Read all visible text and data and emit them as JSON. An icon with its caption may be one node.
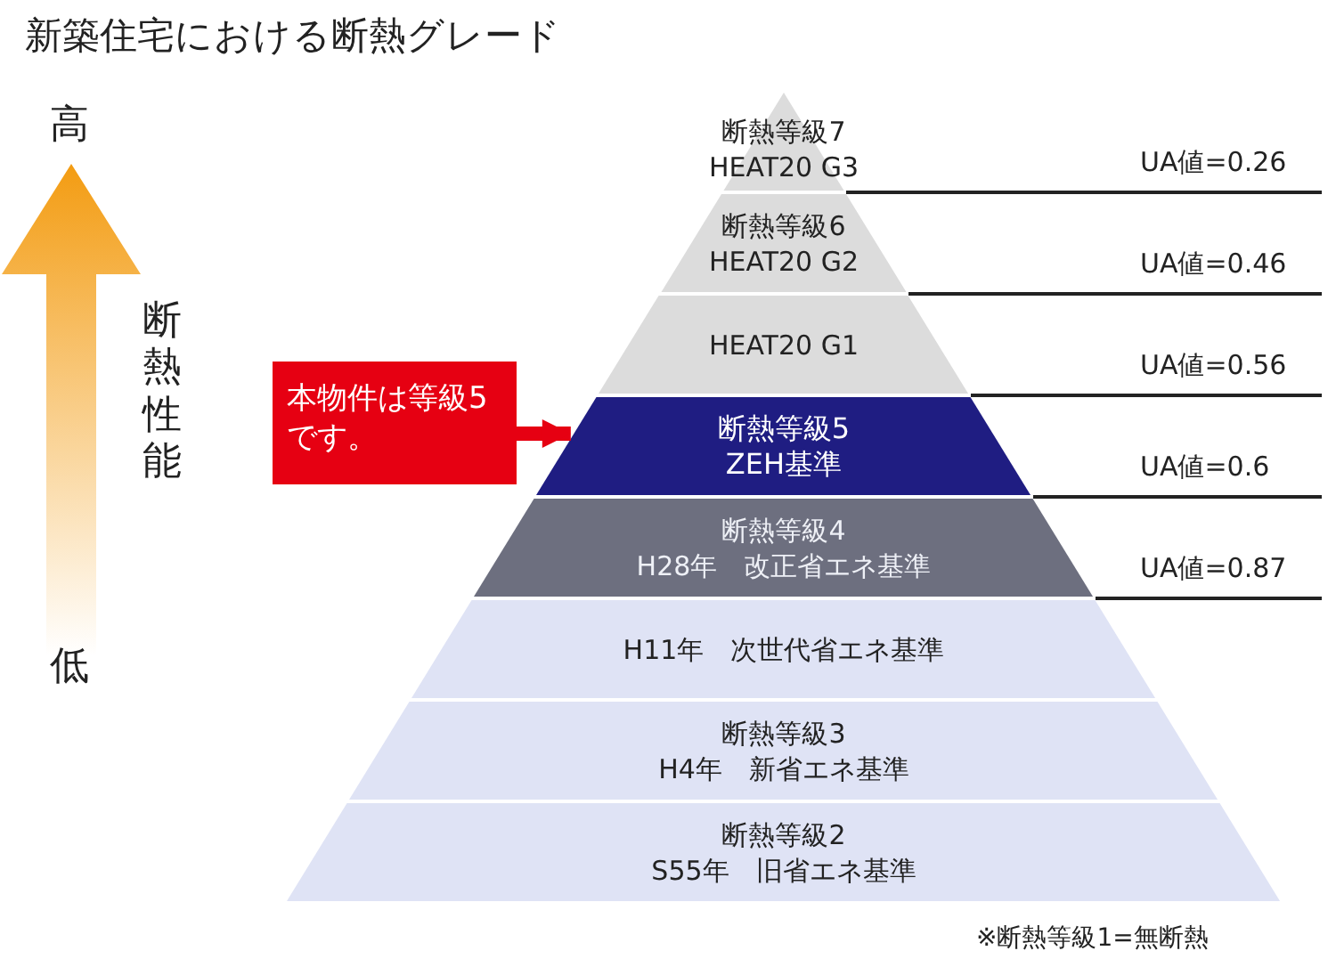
{
  "diagram": {
    "title": "新築住宅における断熱グレード",
    "nodes": [
      {
        "text": [
          "断熱等級7",
          "HEAT20 G3"
        ]
      },
      {
        "text": [
          "断熱等級6",
          "HEAT20 G2"
        ]
      },
      {
        "text": [
          "HEAT20 G1"
        ]
      },
      {
        "text": [
          "断熱等級5",
          "ZEH基準"
        ]
      },
      {
        "text": [
          "断熱等級4",
          "H28年　改正省エネ基準"
        ]
      },
      {
        "text": [
          "H11年　次世代省エネ基準"
        ]
      },
      {
        "text": [
          "断熱等級3",
          "H4年　新省エネ基準"
        ]
      },
      {
        "text": [
          "断熱等級2",
          "S55年　旧省エネ基準"
        ]
      },
      {
        "text": [
          "本物件は等級5です。"
        ]
      }
    ],
    "edges": [
      {
        "from": 8,
        "to": 3,
        "arrow": "to",
        "color": "#e60012"
      }
    ],
    "labels": [
      "高",
      "断熱性能",
      "低",
      "UA値=0.26",
      "UA値=0.46",
      "UA値=0.56",
      "UA値=0.6",
      "UA値=0.87"
    ],
    "caption": "※断熱等級1=無断熱"
  }
}
